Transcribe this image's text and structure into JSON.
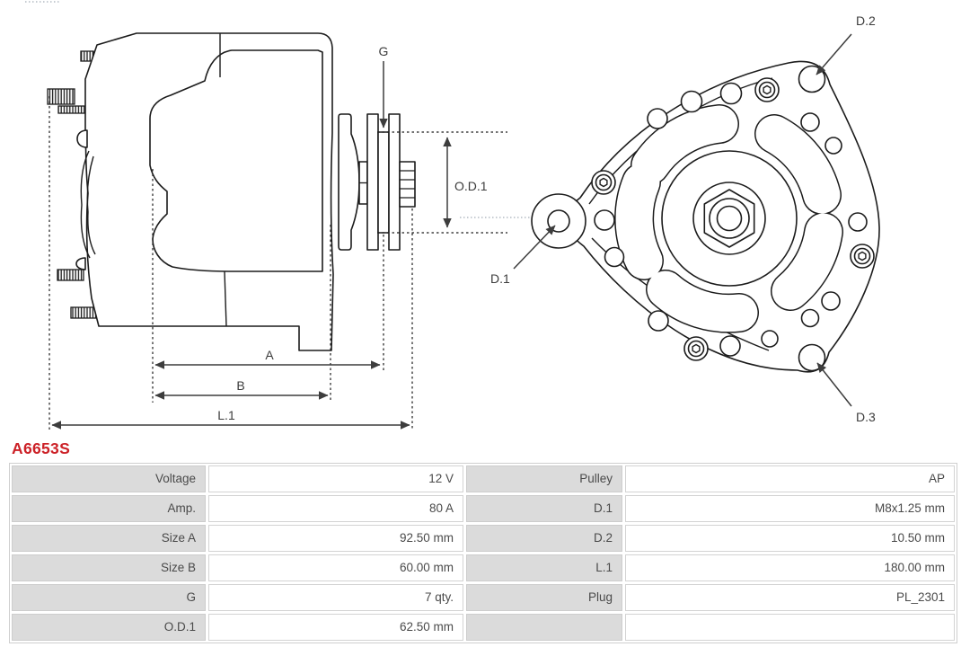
{
  "page": {
    "background": "#ffffff"
  },
  "part_number": {
    "text": "A6653S",
    "color": "#cc2127"
  },
  "drawing": {
    "line_color": "#1c1c1c",
    "side_view_labels": {
      "g": "G",
      "od1": "O.D.1",
      "a": "A",
      "b": "B",
      "l1": "L.1"
    },
    "rear_view_labels": {
      "d1": "D.1",
      "d2": "D.2",
      "d3": "D.3"
    }
  },
  "specs": {
    "rows": [
      {
        "label_left": "Voltage",
        "value_left": "12 V",
        "label_right": "Pulley",
        "value_right": "AP"
      },
      {
        "label_left": "Amp.",
        "value_left": "80 A",
        "label_right": "D.1",
        "value_right": "M8x1.25 mm"
      },
      {
        "label_left": "Size A",
        "value_left": "92.50 mm",
        "label_right": "D.2",
        "value_right": "10.50 mm"
      },
      {
        "label_left": "Size B",
        "value_left": "60.00 mm",
        "label_right": "L.1",
        "value_right": "180.00 mm"
      },
      {
        "label_left": "G",
        "value_left": "7 qty.",
        "label_right": "Plug",
        "value_right": "PL_2301"
      },
      {
        "label_left": "O.D.1",
        "value_left": "62.50 mm",
        "label_right": "",
        "value_right": ""
      }
    ]
  }
}
